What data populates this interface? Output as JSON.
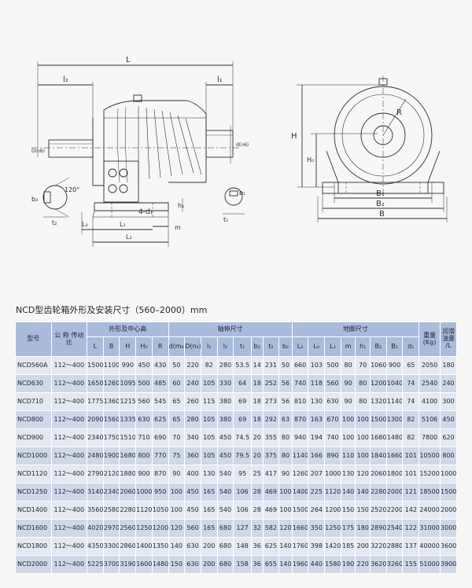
{
  "drawing": {
    "labels": {
      "L": "L",
      "l2": "l₂",
      "l1": "l₁",
      "d_n": "d(n6)",
      "D_n": "D(n6)",
      "angle": "120°",
      "b2": "b₂",
      "t2": "t₂",
      "L0": "L₀",
      "L1": "L₁",
      "L2": "L₂",
      "holes": "4-d₁",
      "m": "m",
      "h1": "h₁",
      "b1": "b₁",
      "t1": "t₁",
      "H": "H",
      "H0": "H₀",
      "R": "R",
      "B1": "B₁",
      "B2": "B₂",
      "B": "B"
    }
  },
  "caption": "NCD型齿轮箱外形及安装尺寸（560–2000）mm",
  "table": {
    "group_headers": {
      "model": "型号",
      "ratio": "公 称 传动比",
      "outline": "外形及中心高",
      "shaft": "轴伸尺寸",
      "foot": "地脚尺寸",
      "weight": "重量 (Kg)",
      "oil": "润滑 油量 /L"
    },
    "sub_headers": [
      "L",
      "B",
      "H",
      "H₀",
      "R",
      "d(m₆)",
      "D(n₆)",
      "l₁",
      "l₂",
      "t₁",
      "b₁",
      "t₂",
      "b₂",
      "L₂",
      "L₀",
      "L₁",
      "m",
      "h₁",
      "B₂",
      "B₁",
      "d₁"
    ],
    "rows": [
      [
        "NCD560A",
        "112～400",
        "1500",
        "1100",
        "990",
        "450",
        "430",
        "50",
        "220",
        "82",
        "280",
        "53.5",
        "14",
        "231",
        "50",
        "660",
        "103",
        "500",
        "80",
        "70",
        "1060",
        "900",
        "65",
        "2050",
        "180"
      ],
      [
        "NCD630",
        "112～400",
        "1650",
        "1260",
        "1095",
        "500",
        "485",
        "60",
        "240",
        "105",
        "330",
        "64",
        "18",
        "252",
        "56",
        "740",
        "118",
        "560",
        "90",
        "80",
        "1200",
        "1040",
        "74",
        "2540",
        "240"
      ],
      [
        "NCD710",
        "112～400",
        "1775",
        "1360",
        "1215",
        "560",
        "545",
        "65",
        "260",
        "115",
        "380",
        "69",
        "18",
        "273",
        "56",
        "810",
        "130",
        "630",
        "90",
        "80",
        "1320",
        "1140",
        "74",
        "4100",
        "300"
      ],
      [
        "NCD800",
        "112～400",
        "2090",
        "1560",
        "1335",
        "630",
        "625",
        "65",
        "280",
        "105",
        "380",
        "69",
        "18",
        "292",
        "63",
        "870",
        "163",
        "670",
        "100",
        "100",
        "1500",
        "1300",
        "82",
        "5106",
        "450"
      ],
      [
        "NCD900",
        "112～400",
        "2340",
        "1750",
        "1510",
        "710",
        "690",
        "70",
        "340",
        "105",
        "450",
        "74.5",
        "20",
        "355",
        "80",
        "940",
        "194",
        "740",
        "100",
        "100",
        "1680",
        "1480",
        "82",
        "7800",
        "620"
      ],
      [
        "NCD1000",
        "112～400",
        "2480",
        "1900",
        "1680",
        "800",
        "770",
        "75",
        "360",
        "105",
        "450",
        "79.5",
        "20",
        "375",
        "80",
        "1140",
        "166",
        "890",
        "110",
        "100",
        "1840",
        "1660",
        "101",
        "10500",
        "800"
      ],
      [
        "NCD1120",
        "112～400",
        "2790",
        "2120",
        "1880",
        "900",
        "870",
        "90",
        "400",
        "130",
        "540",
        "95",
        "25",
        "417",
        "90",
        "1260",
        "207",
        "1000",
        "130",
        "120",
        "2060",
        "1800",
        "101",
        "15200",
        "1000"
      ],
      [
        "NCD1250",
        "112～400",
        "3140",
        "2340",
        "2060",
        "1000",
        "950",
        "100",
        "450",
        "165",
        "540",
        "106",
        "28",
        "469",
        "100",
        "1400",
        "225",
        "1120",
        "140",
        "140",
        "2280",
        "2000",
        "121",
        "18500",
        "1500"
      ],
      [
        "NCD1400",
        "112～400",
        "3560",
        "2580",
        "2280",
        "1120",
        "1050",
        "100",
        "450",
        "165",
        "540",
        "106",
        "28",
        "469",
        "100",
        "1500",
        "264",
        "1200",
        "150",
        "150",
        "2520",
        "2200",
        "142",
        "24000",
        "2000"
      ],
      [
        "NCD1600",
        "112～400",
        "4020",
        "2970",
        "2560",
        "1250",
        "1200",
        "120",
        "560",
        "165",
        "680",
        "127",
        "32",
        "582",
        "120",
        "1660",
        "350",
        "1250",
        "175",
        "180",
        "2890",
        "2540",
        "122",
        "31000",
        "3000"
      ],
      [
        "NCD1800",
        "112～400",
        "4350",
        "3300",
        "2860",
        "1400",
        "1350",
        "140",
        "630",
        "200",
        "680",
        "148",
        "36",
        "625",
        "140",
        "1760",
        "398",
        "1420",
        "185",
        "200",
        "3220",
        "2880",
        "137",
        "40000",
        "3600"
      ],
      [
        "NCD2000",
        "112～400",
        "5225",
        "3700",
        "3190",
        "1600",
        "1480",
        "150",
        "630",
        "200",
        "680",
        "158",
        "36",
        "655",
        "140",
        "1960",
        "440",
        "1580",
        "190",
        "220",
        "3620",
        "3260",
        "155",
        "51000",
        "3900"
      ]
    ]
  }
}
